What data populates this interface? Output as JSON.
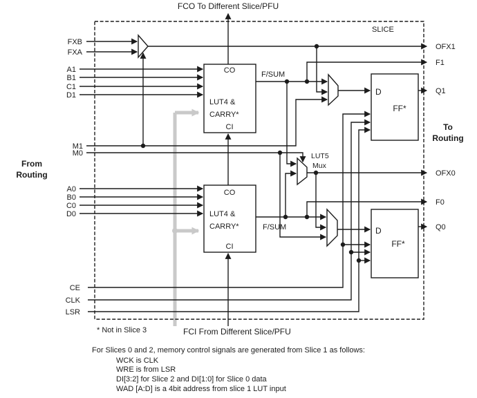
{
  "diagram": {
    "title_top": "FCO To Different Slice/PFU",
    "title_bottom": "FCI From Different Slice/PFU",
    "slice_label": "SLICE",
    "footnote": "* Not in Slice 3",
    "from_routing": {
      "line1": "From",
      "line2": "Routing"
    },
    "to_routing": {
      "line1": "To",
      "line2": "Routing"
    },
    "inputs": {
      "fxb": "FXB",
      "fxa": "FXA",
      "a1": "A1",
      "b1": "B1",
      "c1": "C1",
      "d1": "D1",
      "m1": "M1",
      "m0": "M0",
      "a0": "A0",
      "b0": "B0",
      "c0": "C0",
      "d0": "D0",
      "ce": "CE",
      "clk": "CLK",
      "lsr": "LSR"
    },
    "outputs": {
      "ofx1": "OFX1",
      "f1": "F1",
      "q1": "Q1",
      "ofx0": "OFX0",
      "f0": "F0",
      "q0": "Q0"
    },
    "blocks": {
      "lut": {
        "co": "CO",
        "ci": "CI",
        "line1": "LUT4 &",
        "line2": "CARRY*"
      },
      "ff": {
        "d": "D",
        "label": "FF*"
      },
      "lut5_mux": {
        "line1": "LUT5",
        "line2": "Mux"
      },
      "fsum": "F/SUM"
    },
    "colors": {
      "line": "#1c1c1c",
      "memory_path_gray": "#c9c9c9",
      "background": "#ffffff"
    }
  },
  "notes": {
    "heading": "For Slices 0 and 2, memory control signals are generated from Slice 1 as follows:",
    "items": [
      "WCK is CLK",
      "WRE is from LSR",
      "DI[3:2] for Slice 2 and DI[1:0] for Slice 0 data",
      "WAD [A:D] is a 4bit address from slice 1 LUT input"
    ]
  }
}
